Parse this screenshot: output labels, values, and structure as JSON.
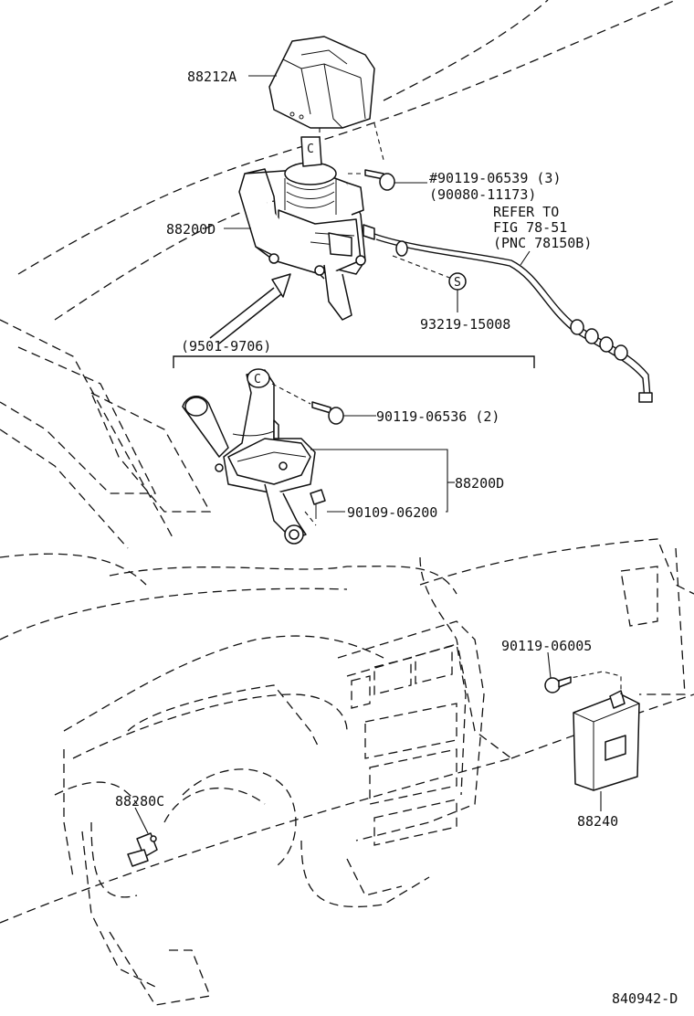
{
  "figure_code": "840942-D",
  "parts": {
    "p88212A": "88212A",
    "p88200D_top": "88200D",
    "p88200D_lower": "88200D",
    "p88280C": "88280C",
    "p88240": "88240"
  },
  "fasteners": {
    "bolt_top_line1": "#90119-06539 (3)",
    "bolt_top_line2": "(90080-11173)",
    "clip": "93219-15008",
    "bolt_lower": "90119-06536 (2)",
    "nut_lower": "90109-06200",
    "bolt_ecu": "90119-06005"
  },
  "date_range": "(9501-9706)",
  "reference": {
    "line1": "REFER TO",
    "line2": "FIG 78-51",
    "line3": "(PNC 78150B)"
  },
  "clip_symbol": "S",
  "bolt_head_symbol": "C"
}
